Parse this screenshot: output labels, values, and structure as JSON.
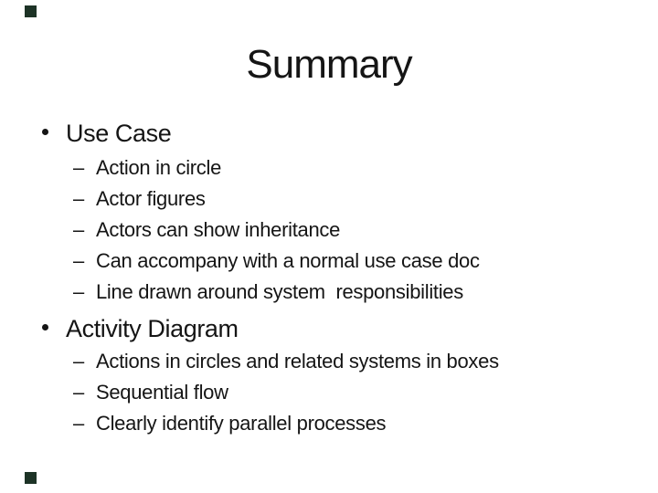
{
  "slide": {
    "title": "Summary",
    "list_marker": "bullet-dot",
    "sub_marker": "–",
    "colors": {
      "background": "#ffffff",
      "text": "#151515",
      "corner_marker": "#1d3326"
    },
    "sections": [
      {
        "label": "Use Case",
        "items": [
          "Action in circle",
          "Actor figures",
          "Actors can show inheritance",
          "Can accompany with a normal use case doc",
          "Line drawn around system  responsibilities"
        ]
      },
      {
        "label": "Activity Diagram",
        "items": [
          "Actions in circles and related systems in boxes",
          "Sequential flow",
          "Clearly identify parallel processes"
        ]
      }
    ]
  }
}
